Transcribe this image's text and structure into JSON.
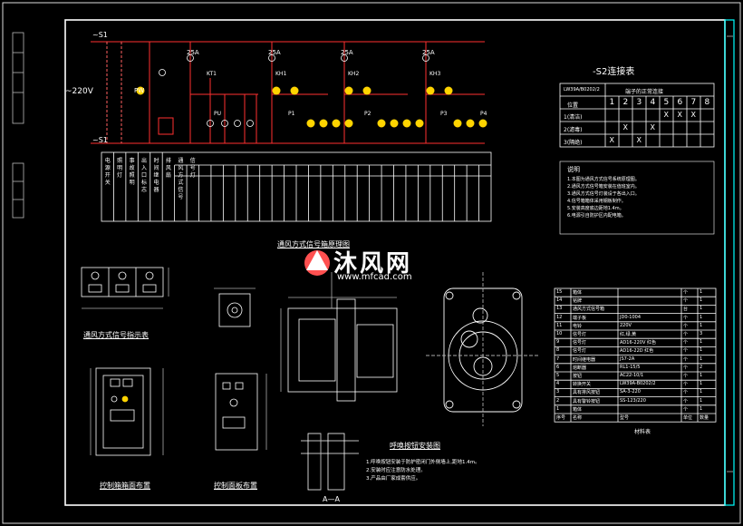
{
  "circuit": {
    "supply_labels": [
      "~S1",
      "~S1"
    ],
    "voltage": "~220V",
    "main_lamp": "PW",
    "breaker_labels": [
      "25A",
      "25A",
      "25A",
      "25A"
    ],
    "relay_labels": [
      "KT1",
      "KH1",
      "KH2",
      "KH3"
    ],
    "lamp_labels": [
      "PU",
      "P1",
      "P2",
      "P3",
      "P4"
    ]
  },
  "table_headers": [
    "电源开关",
    "照明灯",
    "事故照明",
    "出入口标志",
    "时间继电器",
    "排风扇",
    "通风方式信号",
    "信号灯"
  ],
  "s2_table": {
    "title": "-S2连接表",
    "subtitle": "LW39A/B0202/2",
    "header": "端子的正常连接",
    "col_label": "位置",
    "cols": [
      "1",
      "2",
      "3",
      "4",
      "5",
      "6",
      "7",
      "8"
    ],
    "rows": [
      {
        "label": "1(清洁)",
        "marks": [
          "",
          "",
          "",
          "",
          "X",
          "X",
          "X",
          ""
        ]
      },
      {
        "label": "2(滤毒)",
        "marks": [
          "",
          "X",
          "",
          "X",
          "",
          "",
          "",
          ""
        ]
      },
      {
        "label": "3(隔绝)",
        "marks": [
          "X",
          "",
          "X",
          "",
          "",
          "",
          "",
          ""
        ]
      }
    ]
  },
  "notes": {
    "title": "说明",
    "lines": [
      "1.本图为通风方式信号系统原理图。",
      "2.通风方式信号箱安装在值班室内。",
      "3.通风方式信号灯装设于各出入口。",
      "4.信号箱箱体采用钢板制作。",
      "5.安装高度底边距地1.4m。",
      "6.电源引自防护区内配电箱。"
    ]
  },
  "watermark": {
    "brand": "沐风网",
    "url": "www.mfcad.com"
  },
  "section_titles": {
    "top_center": "通风方式信号箱原理图",
    "left_sign": "通风方式信号指示表",
    "install": "呼唤按钮安装图",
    "box_front": "控制箱箱面布置",
    "panel_front": "控制面板布置",
    "section_aa": "A—A"
  },
  "bom": {
    "title": "材料表",
    "columns": [
      "序号",
      "名称",
      "型号",
      "单位",
      "数量"
    ],
    "rows": [
      [
        "15",
        "箱体",
        "",
        "个",
        "1"
      ],
      [
        "14",
        "铭牌",
        "",
        "个",
        "1"
      ],
      [
        "13",
        "通风方式信号箱",
        "",
        "台",
        "1"
      ],
      [
        "12",
        "端子板",
        "JD0-1004",
        "个",
        "1"
      ],
      [
        "11",
        "电铃",
        "220V",
        "个",
        "1"
      ],
      [
        "10",
        "信号灯",
        "红,绿,黄",
        "个",
        "3"
      ],
      [
        "9",
        "信号灯",
        "AD16-220V 红色",
        "个",
        "1"
      ],
      [
        "8",
        "信号灯",
        "AD16-22D 红色",
        "个",
        "1"
      ],
      [
        "7",
        "时间继电器",
        "JS7-2A",
        "个",
        "1"
      ],
      [
        "6",
        "熔断器",
        "RL1-15/5",
        "个",
        "2"
      ],
      [
        "5",
        "按钮",
        "AC22-10/1",
        "个",
        "1"
      ],
      [
        "4",
        "转换开关",
        "LW39A-B0202/2",
        "个",
        "1"
      ],
      [
        "3",
        "具有排风按钮",
        "SA-3-220",
        "个",
        "1"
      ],
      [
        "2",
        "具有警铃按钮",
        "SS-123/220",
        "个",
        "1"
      ],
      [
        "1",
        "箱体",
        "",
        "个",
        "1"
      ]
    ]
  },
  "bottom_notes": [
    "1.呼唤按钮安装于防护密闭门外侧墙上,距地1.4m。",
    "2.安装时应注意防水处理。",
    "3.产品由厂家成套供应。"
  ]
}
